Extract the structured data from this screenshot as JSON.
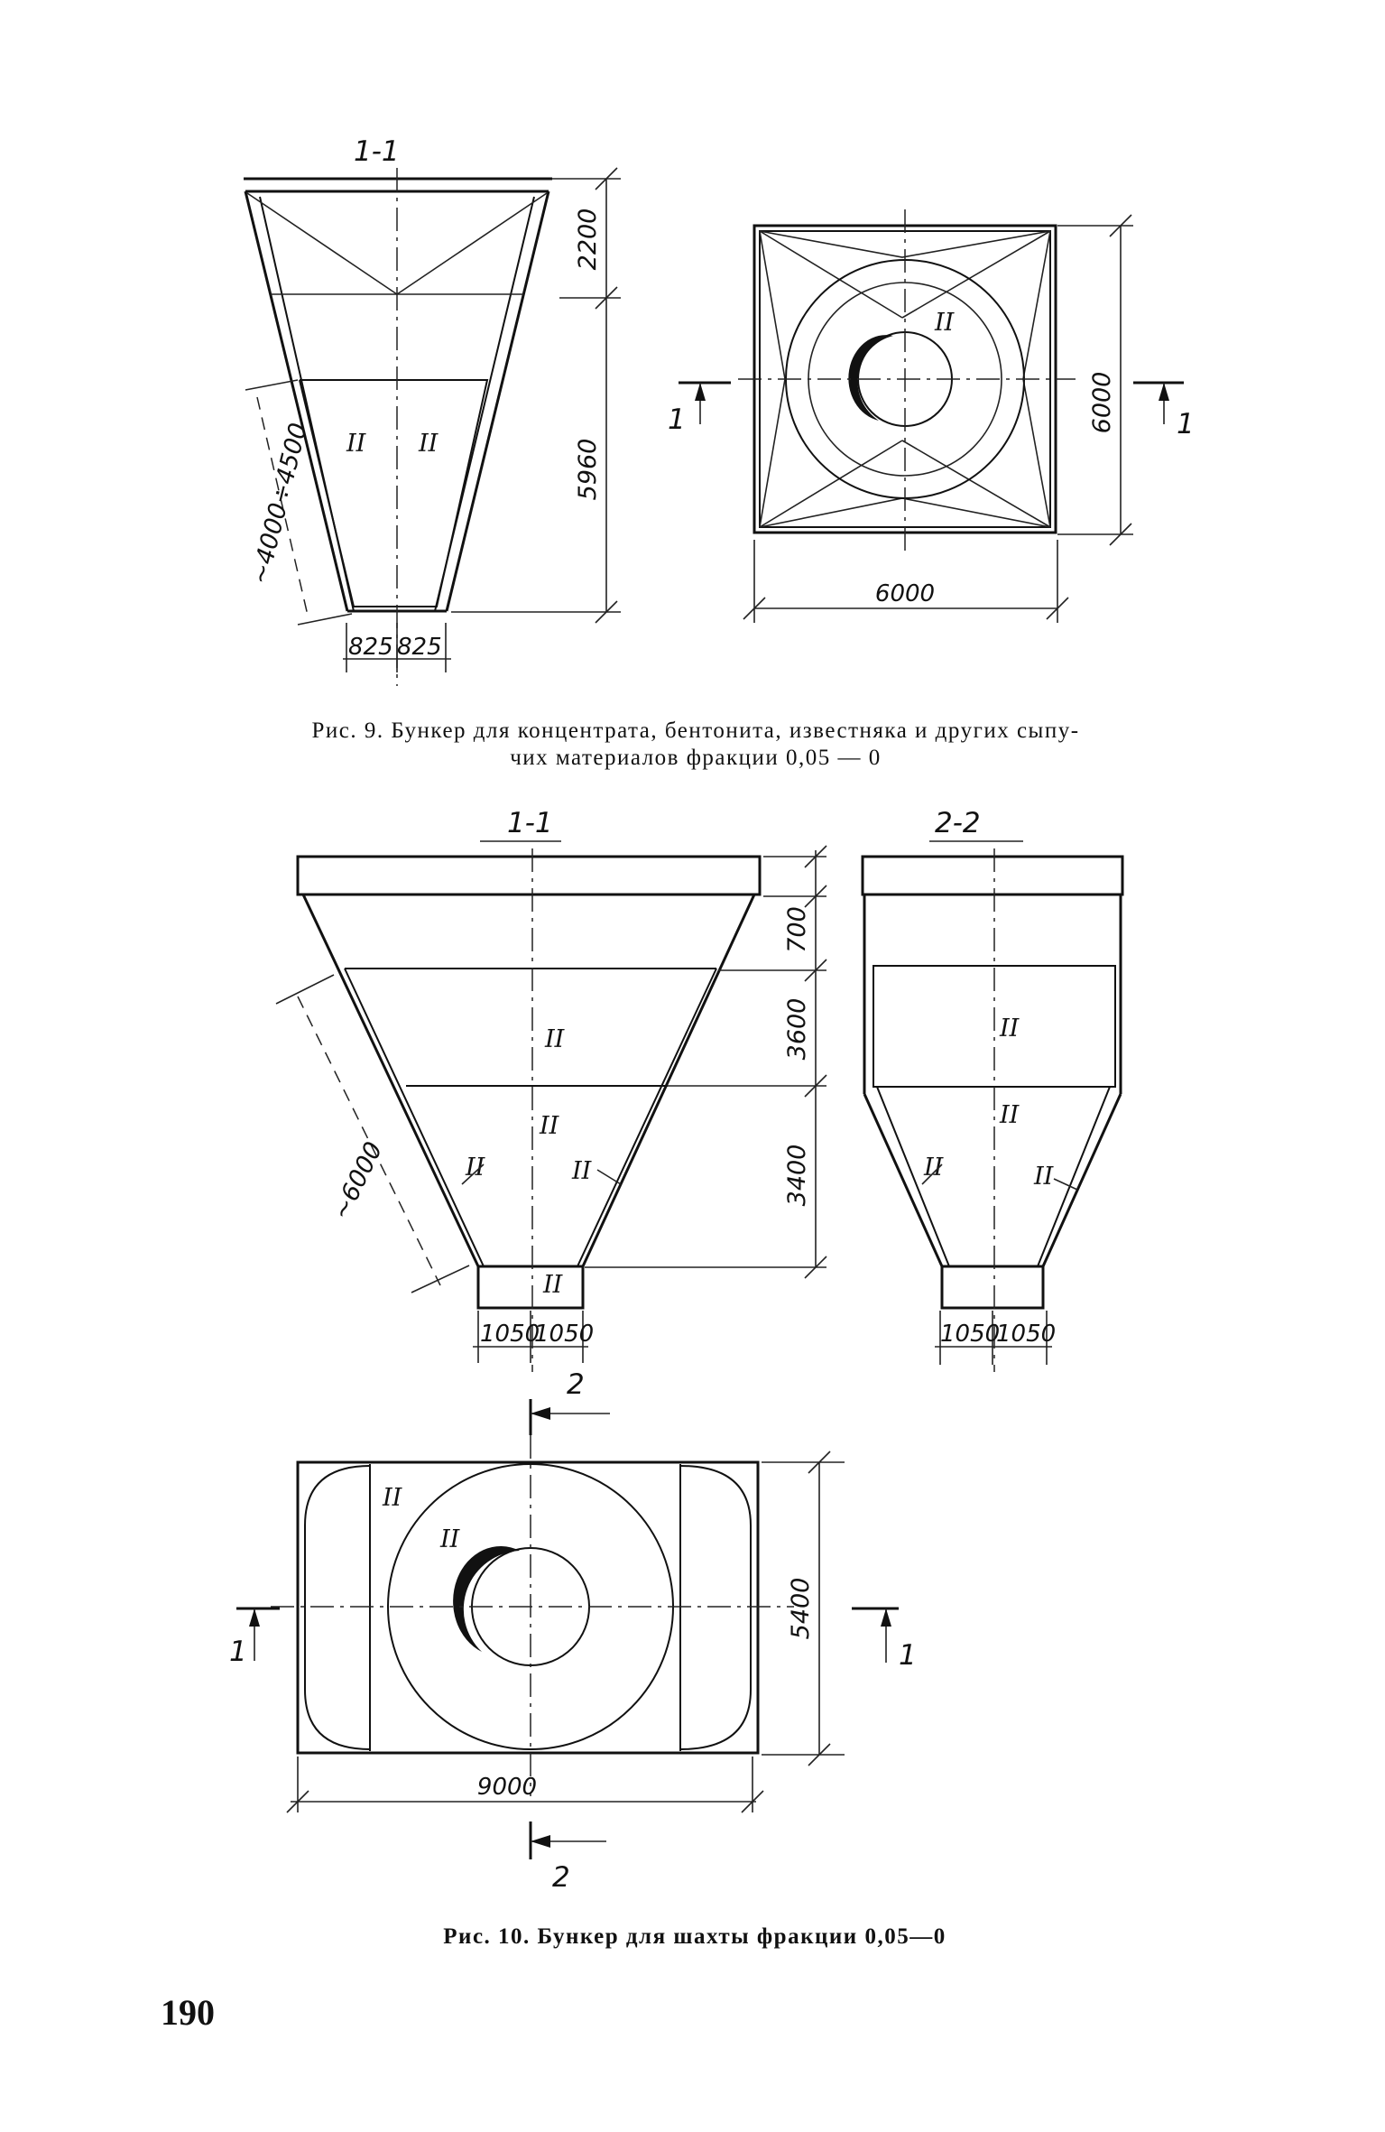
{
  "figure9": {
    "section_label": "1-1",
    "roman_marks": [
      "II",
      "II",
      "II"
    ],
    "dimensions": {
      "top_height": "2200",
      "lower_height": "5960",
      "slant": "~4000÷4500",
      "outlet_left": "825",
      "outlet_right": "825",
      "plan_height": "6000",
      "plan_width": "6000"
    },
    "cut_marks": [
      "1",
      "1"
    ],
    "caption_line1": "Рис. 9. Бункер  для  концентрата,  бентонита, известняка  и   других  сыпу-",
    "caption_line2": "чих  материалов  фракции  0,05 — 0"
  },
  "figure10": {
    "section_1_label": "1-1",
    "section_2_label": "2-2",
    "roman_marks": [
      "II",
      "II",
      "II",
      "II",
      "II",
      "II",
      "II",
      "II",
      "II",
      "II"
    ],
    "dimensions": {
      "h1": "700",
      "h2": "3600",
      "h3": "3400",
      "slant": "~6000",
      "outlet_left": "1050",
      "outlet_right": "1050",
      "outlet2_left": "1050",
      "outlet2_right": "1050",
      "plan_height": "5400",
      "plan_width": "9000"
    },
    "cut_marks": [
      "1",
      "1",
      "2",
      "2"
    ],
    "caption": "Рис. 10. Бункер для шахты фракции 0,05—0"
  },
  "page_number": "190"
}
